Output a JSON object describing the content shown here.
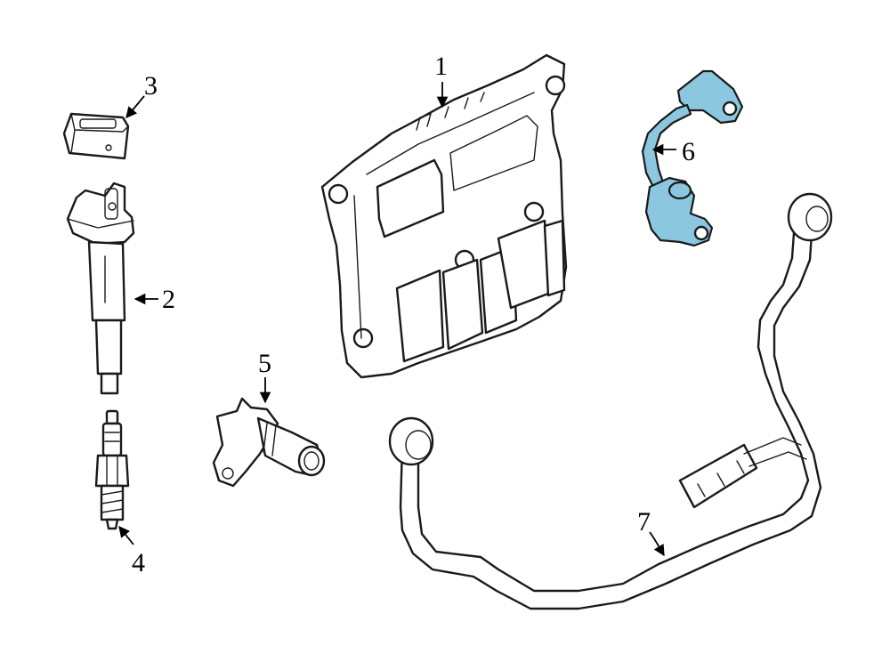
{
  "callouts": [
    {
      "id": "1",
      "text": "1"
    },
    {
      "id": "2",
      "text": "2"
    },
    {
      "id": "3",
      "text": "3"
    },
    {
      "id": "4",
      "text": "4"
    },
    {
      "id": "5",
      "text": "5"
    },
    {
      "id": "6",
      "text": "6"
    },
    {
      "id": "7",
      "text": "7"
    }
  ],
  "colors": {
    "line": "#1a1a1a",
    "highlight": "#8cc7e0",
    "background": "#ffffff"
  }
}
